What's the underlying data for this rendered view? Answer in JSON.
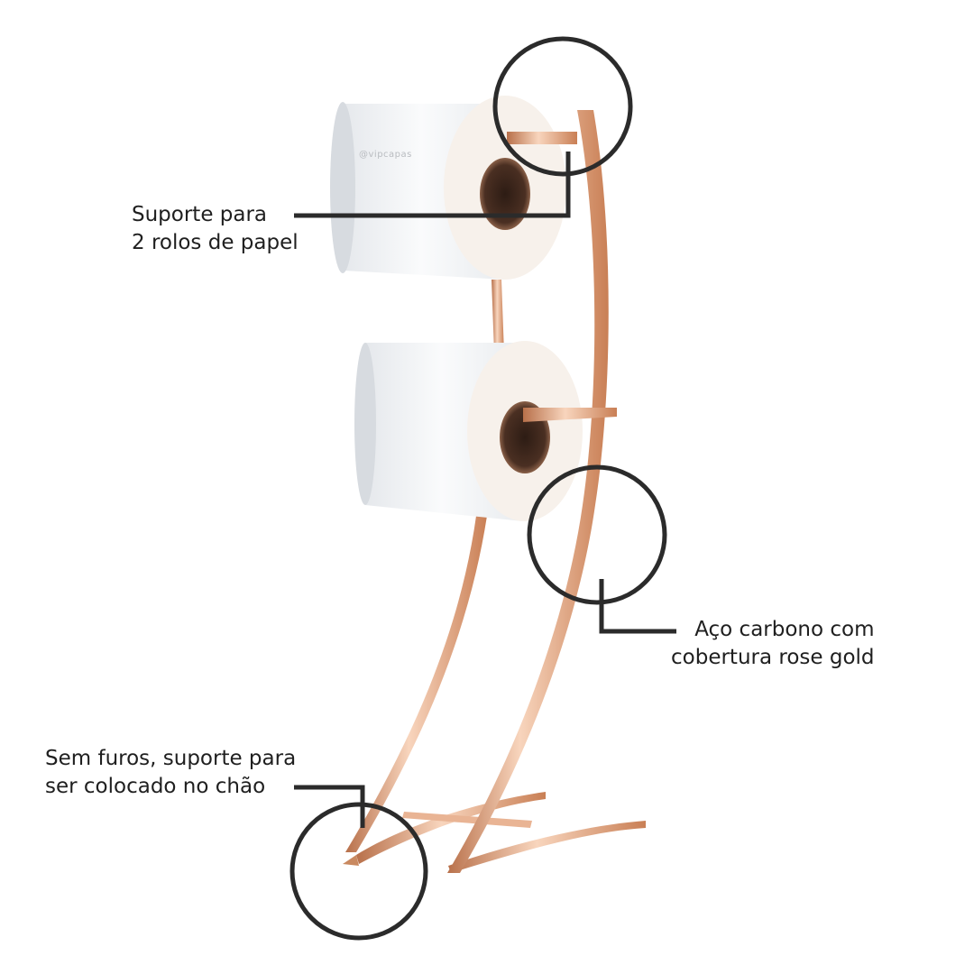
{
  "image": {
    "subject": "rose-gold-toilet-paper-stand",
    "watermark": "@vipcapas"
  },
  "callouts": [
    {
      "id": "top",
      "lines": [
        "Suporte para",
        "2 rolos de papel"
      ]
    },
    {
      "id": "mid",
      "lines": [
        "Aço carbono com",
        "cobertura rose gold"
      ]
    },
    {
      "id": "bottom",
      "lines": [
        "Sem furos, suporte para",
        "ser colocado no chão"
      ]
    }
  ],
  "colors": {
    "rose_gold": "#e3a37e",
    "rose_gold_dark": "#b8704a",
    "rose_gold_light": "#f8d5bd",
    "callout_line": "#2b2b2b",
    "paper": "#f4f5f7"
  }
}
